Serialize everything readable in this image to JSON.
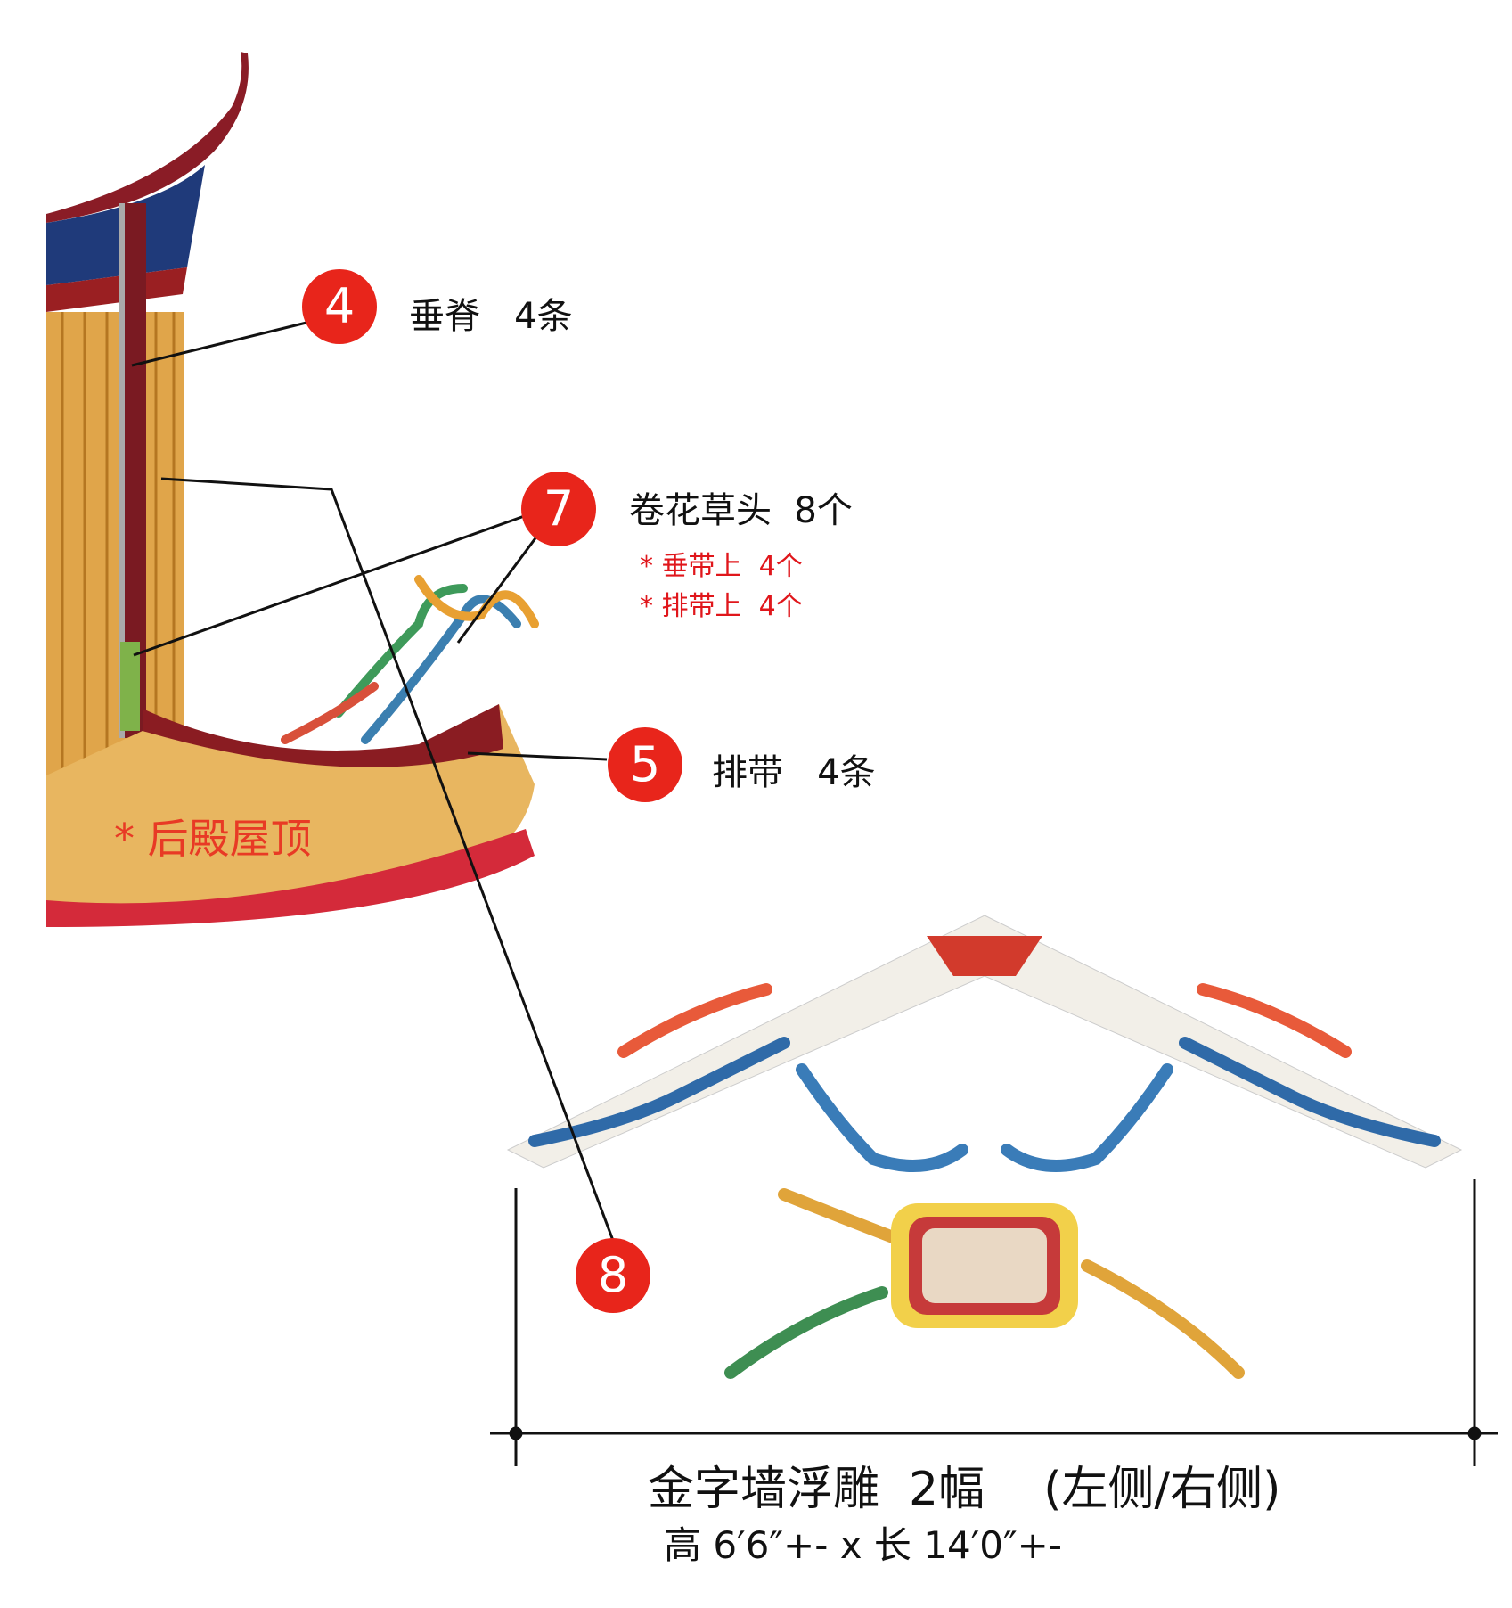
{
  "callouts": [
    {
      "number": "4",
      "label": "垂脊   4条"
    },
    {
      "number": "7",
      "label": "卷花草头  8个",
      "notes": [
        "* 垂带上  4个",
        "* 排带上  4个"
      ]
    },
    {
      "number": "5",
      "label": "排带   4条"
    },
    {
      "number": "8"
    }
  ],
  "roof_note": "* 后殿屋顶",
  "relief": {
    "title": "金字墙浮雕  2幅    (左侧/右侧)",
    "dimensions": "高 6′6″+- x 长 14′0″+-"
  },
  "colors": {
    "badge": "#e8251b",
    "note": "#e0161b"
  }
}
